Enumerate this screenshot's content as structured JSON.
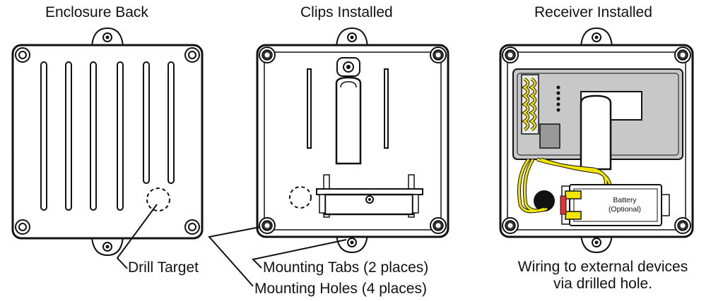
{
  "panels": {
    "enclosure_back": {
      "title": "Enclosure Back"
    },
    "clips_installed": {
      "title": "Clips Installed"
    },
    "receiver_installed": {
      "title": "Receiver Installed",
      "battery_label": "Battery",
      "battery_sublabel": "(Optional)",
      "caption_line1": "Wiring to external devices",
      "caption_line2": "via drilled hole."
    }
  },
  "callouts": {
    "drill_target": "Drill Target",
    "mounting_tabs": "Mounting Tabs (2 places)",
    "mounting_holes": "Mounting Holes (4 places)"
  },
  "colors": {
    "outline": "#111111",
    "receiver_gray": "#c8c8c8",
    "wire_yellow": "#f2e600",
    "battery_fill": "#ffffff",
    "battery_terminal": "#e33333"
  }
}
